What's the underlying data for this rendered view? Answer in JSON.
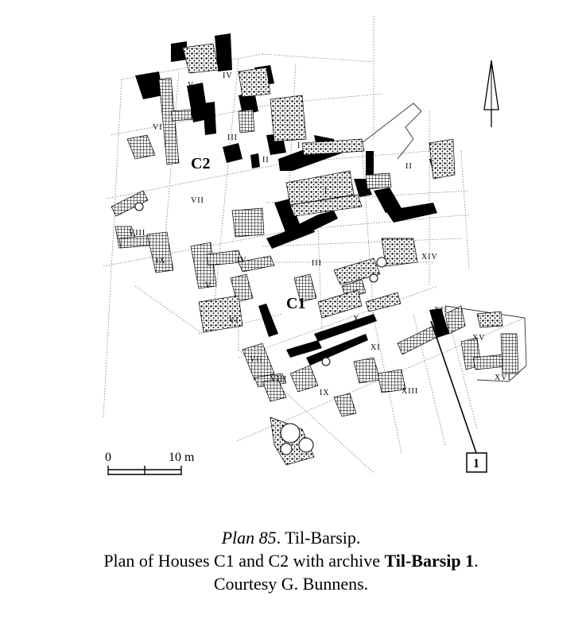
{
  "plan": {
    "houses": [
      "C2",
      "C1"
    ],
    "rooms_c2": [
      "V",
      "IV",
      "VI",
      "III",
      "I",
      "II",
      "VII",
      "I",
      "II",
      "VIII",
      "IX"
    ],
    "rooms_c1": [
      "IV",
      "III",
      "V",
      "VI",
      "X",
      "XI",
      "VII",
      "VIII",
      "IX",
      "XII",
      "XIII",
      "XIV",
      "XV",
      "XVI"
    ],
    "scale": {
      "zero": "0",
      "ten": "10 m"
    },
    "callout": "1",
    "north_arrow": "north-arrow-icon"
  },
  "caption": {
    "line1_italic": "Plan 85",
    "line1_rest": ". Til-Barsip.",
    "line2_text": "Plan of Houses C1 and C2 with archive ",
    "line2_bold": "Til-Barsip 1",
    "line2_end": ".",
    "line3": "Courtesy G. Bunnens."
  }
}
